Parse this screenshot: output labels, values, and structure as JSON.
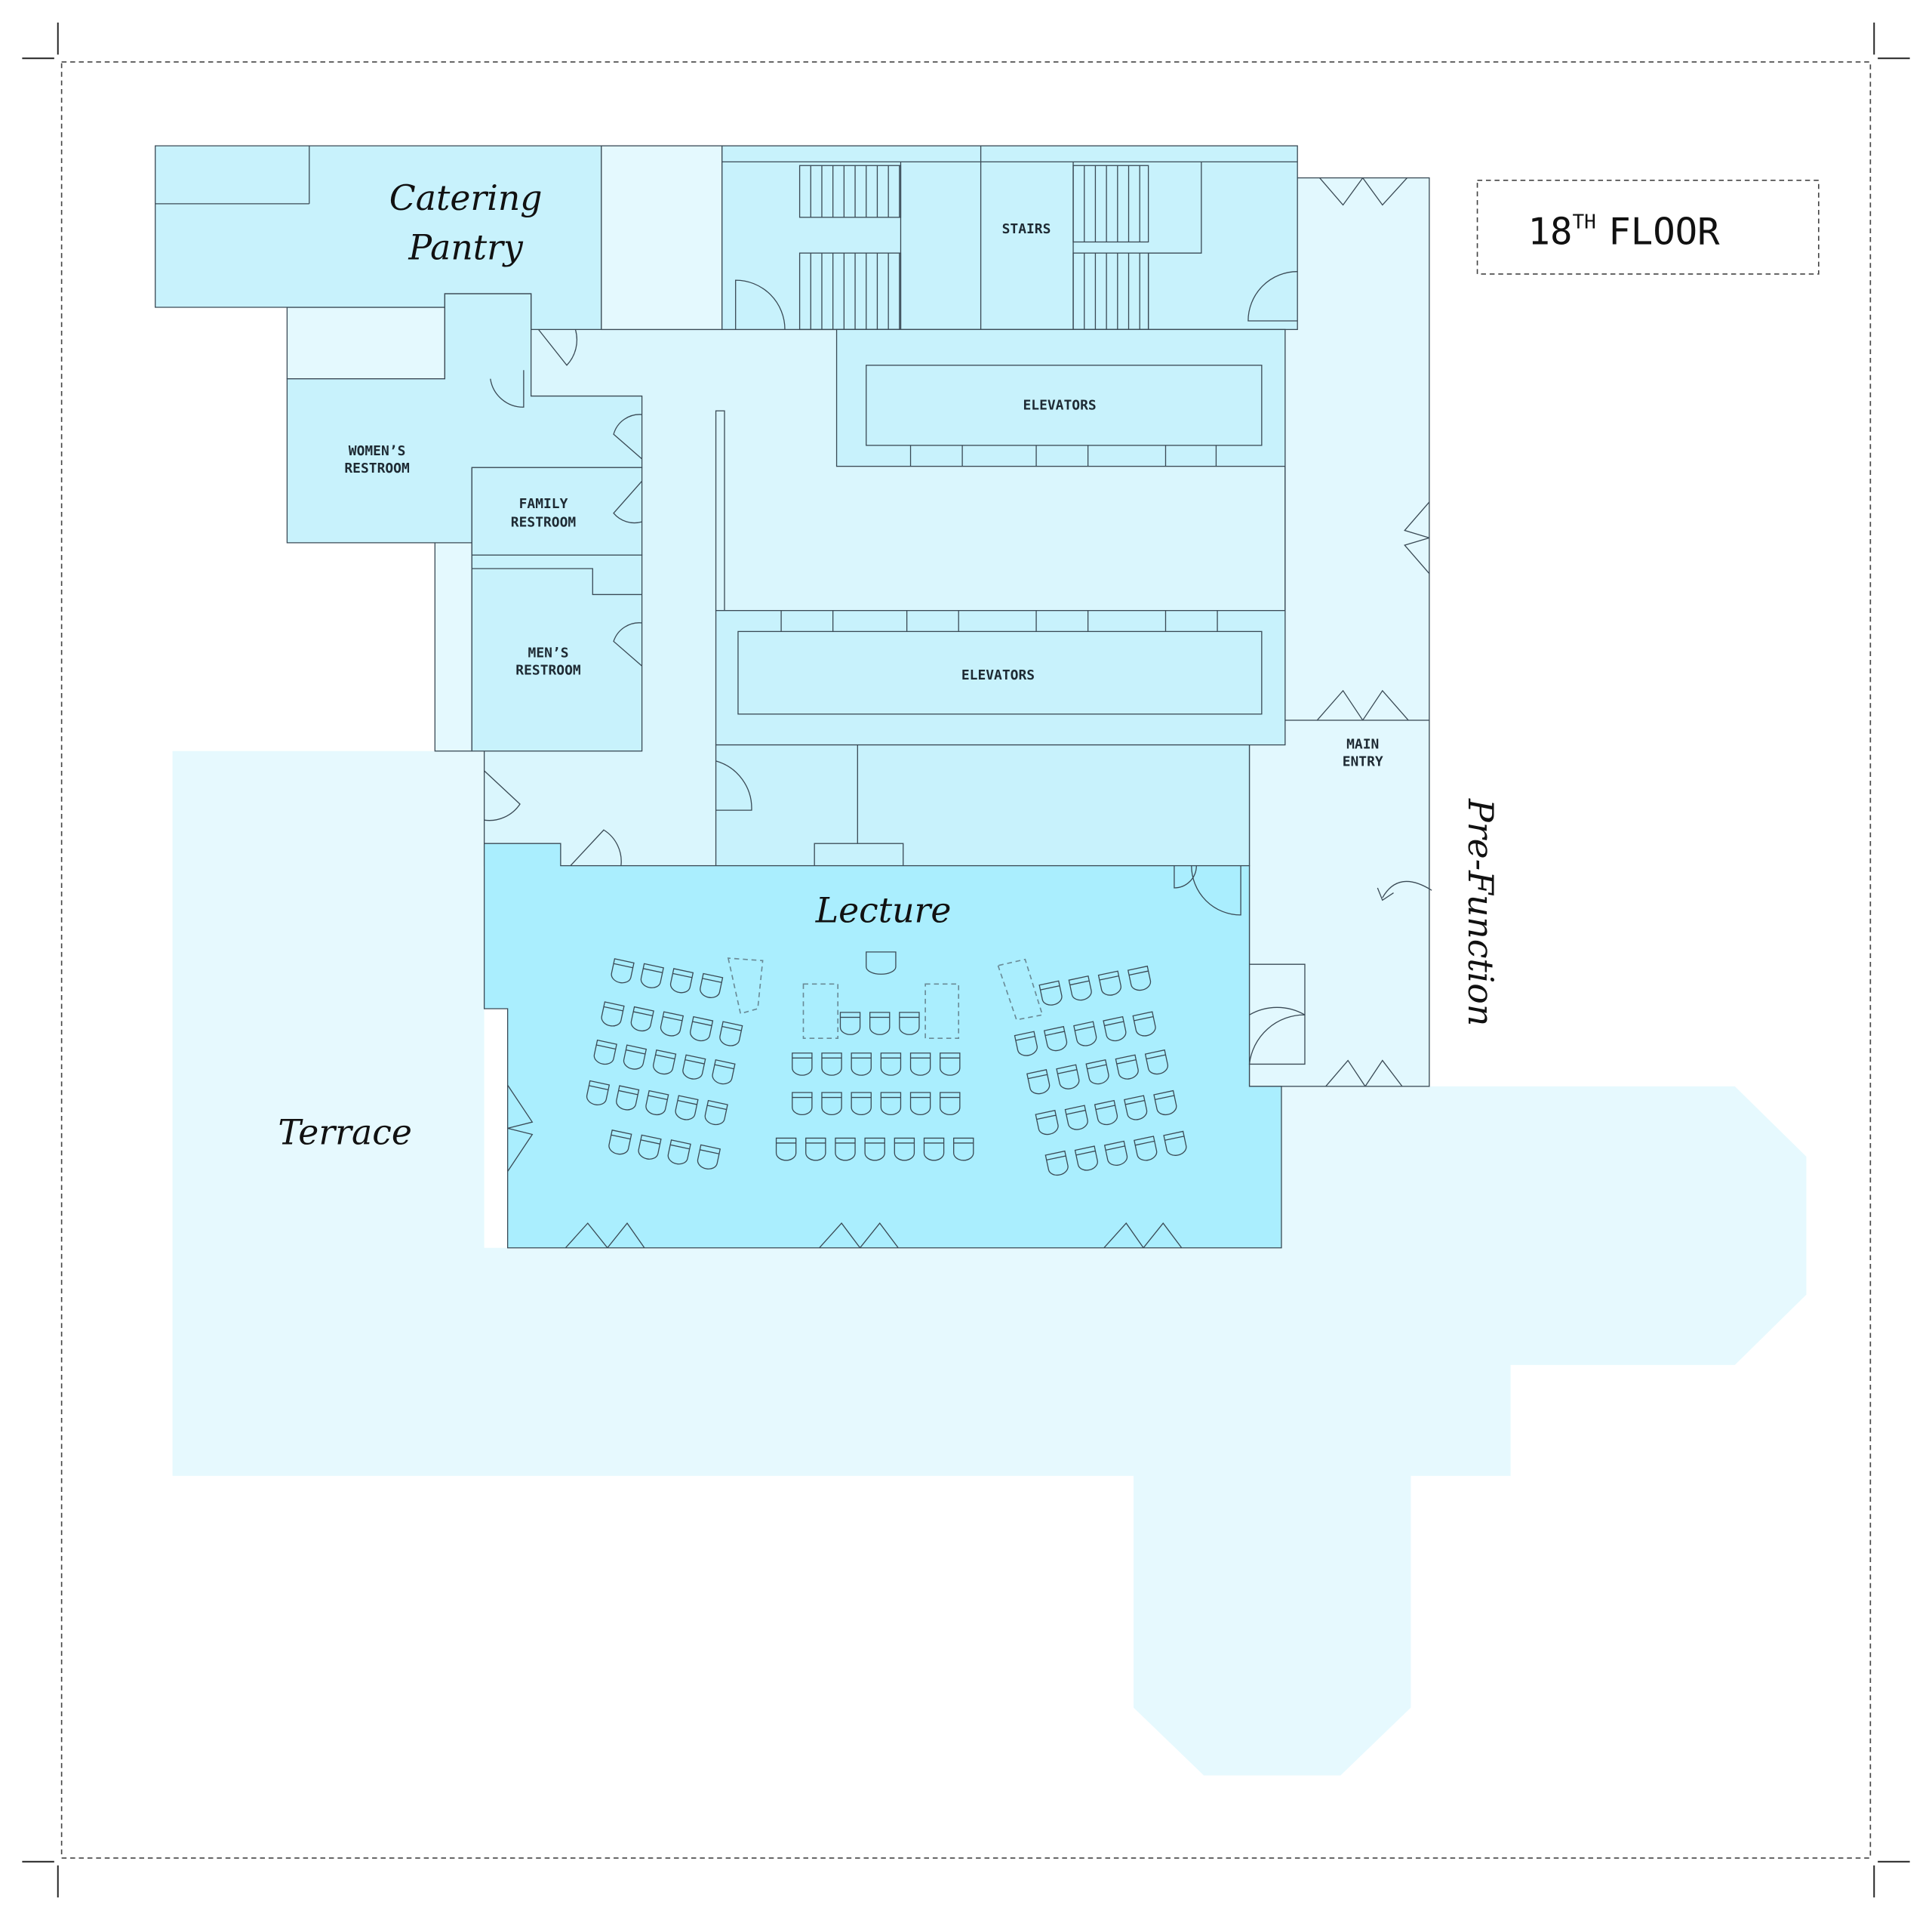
{
  "floor_title": {
    "number": "18",
    "suffix": "TH",
    "word": "FLOOR"
  },
  "rooms": {
    "catering_line1": "Catering",
    "catering_line2": "Pantry",
    "stairs": "STAIRS",
    "elevators_upper": "ELEVATORS",
    "elevators_lower": "ELEVATORS",
    "womens_line1": "WOMEN’S",
    "womens_line2": "RESTROOM",
    "family_line1": "FAMILY",
    "family_line2": "RESTROOM",
    "mens_line1": "MEN’S",
    "mens_line2": "RESTROOM",
    "main_entry_line1": "MAIN",
    "main_entry_line2": "ENTRY",
    "lecture": "Lecture",
    "terrace": "Terrace",
    "pre_function": "Pre-Function"
  },
  "colors": {
    "terrace": "#e6f9fe",
    "corridor": "#daf6fd",
    "room": "#c8f2fc",
    "lecture": "#aaeefe",
    "light": "#e4f9fe"
  }
}
